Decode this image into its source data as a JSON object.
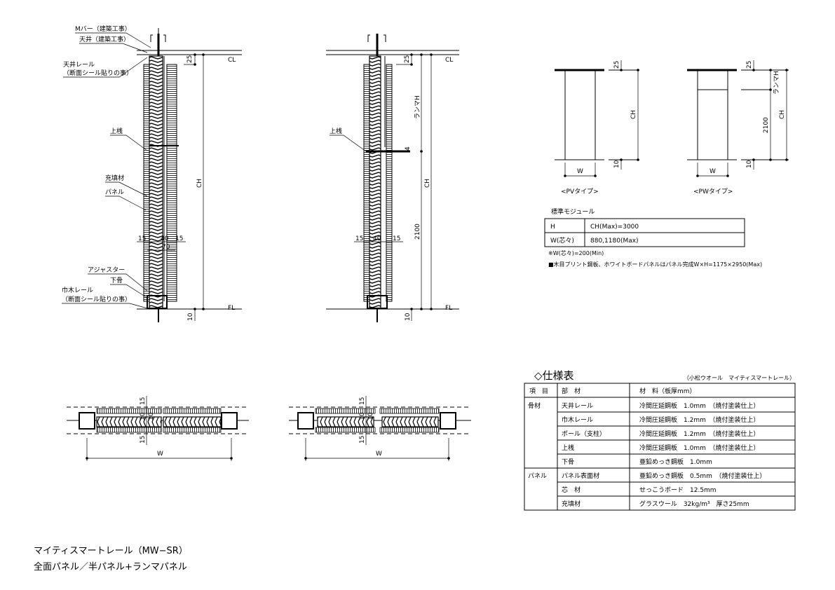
{
  "title": {
    "line1": "マイティスマートレール（MW−SR）",
    "line2": "全面パネル／半パネル+ランマパネル"
  },
  "section_full": {
    "labels": {
      "m_bar": "Mバー（建築工事）",
      "ceiling": "天井（建築工事）",
      "ceiling_rail": "天井レール",
      "ceiling_rail_note": "（断面シール貼りの事）",
      "upper_rail": "上桟",
      "filler": "充填材",
      "panel": "パネル",
      "adjuster": "アジャスター",
      "bottom_frame": "下骨",
      "baseboard_rail": "巾木レール",
      "baseboard_rail_note": "（断面シール貼りの事）"
    },
    "dims": {
      "top": "25",
      "ch": "CH",
      "bottom": "10",
      "left": "15",
      "mid": "40",
      "right": "15",
      "core": "70",
      "cl": "CL",
      "fl": "FL"
    }
  },
  "section_transom": {
    "labels": {
      "upper_rail": "上桟"
    },
    "dims": {
      "top": "25",
      "transom_h": "ランマH",
      "ch": "CH",
      "h2100": "2100",
      "gap": "4",
      "bottom": "10",
      "left": "15",
      "mid": "40",
      "right": "15",
      "cl": "CL",
      "fl": "FL"
    }
  },
  "plan_views": [
    {
      "dim_top": "15",
      "dim_bottom": "15",
      "dim_mid": "10",
      "dim_mid2": "10",
      "width": "W"
    },
    {
      "dim_top": "15",
      "dim_bottom": "15",
      "dim_mid": "10",
      "dim_mid2": "10",
      "width": "W"
    }
  ],
  "elevation_types": [
    {
      "caption": "<PVタイプ>",
      "top": "25",
      "ch": "CH",
      "bottom": "10",
      "width": "W"
    },
    {
      "caption": "<PWタイプ>",
      "top": "25",
      "transom_h": "ランマH",
      "ch": "CH",
      "h2100": "2100",
      "bottom": "10",
      "width": "W"
    }
  ],
  "module_table": {
    "title": "標準モジュール",
    "rows": [
      {
        "key": "H",
        "value": "CH(Max)=3000"
      },
      {
        "key": "W(芯々)",
        "value": "880,1180(Max)"
      }
    ],
    "notes": [
      "※W(芯々)=200(Min)",
      "■木目プリント鋼板、ホワイトボードパネルはパネル完成W×H=1175×2950(Max)"
    ]
  },
  "spec_table": {
    "title": "◇仕様表",
    "subtitle": "（小松ウオール　マイティスマートレール）",
    "headers": [
      "項　目",
      "部　材",
      "材　料（板厚mm）"
    ],
    "rows": [
      {
        "category": "骨材",
        "part": "天井レール",
        "material": "冷間圧延鋼板　1.0mm　（焼付塗装仕上）"
      },
      {
        "category": "",
        "part": "巾木レール",
        "material": "冷間圧延鋼板　1.2mm　（焼付塗装仕上）"
      },
      {
        "category": "",
        "part": "ポール（支柱）",
        "material": "冷間圧延鋼板　1.2mm　（焼付塗装仕上）"
      },
      {
        "category": "",
        "part": "上桟",
        "material": "冷間圧延鋼板　1.0mm　（焼付塗装仕上）"
      },
      {
        "category": "",
        "part": "下骨",
        "material": "亜鉛めっき鋼板　1.0mm"
      },
      {
        "category": "パネル",
        "part": "パネル表面材",
        "material": "亜鉛めっき鋼板　0.5mm　（焼付塗装仕上）"
      },
      {
        "category": "",
        "part": "芯　材",
        "material": "せっこうボード　12.5mm"
      },
      {
        "category": "",
        "part": "充填材",
        "material": "グラスウール　32kg/m³　厚さ25mm"
      }
    ]
  }
}
